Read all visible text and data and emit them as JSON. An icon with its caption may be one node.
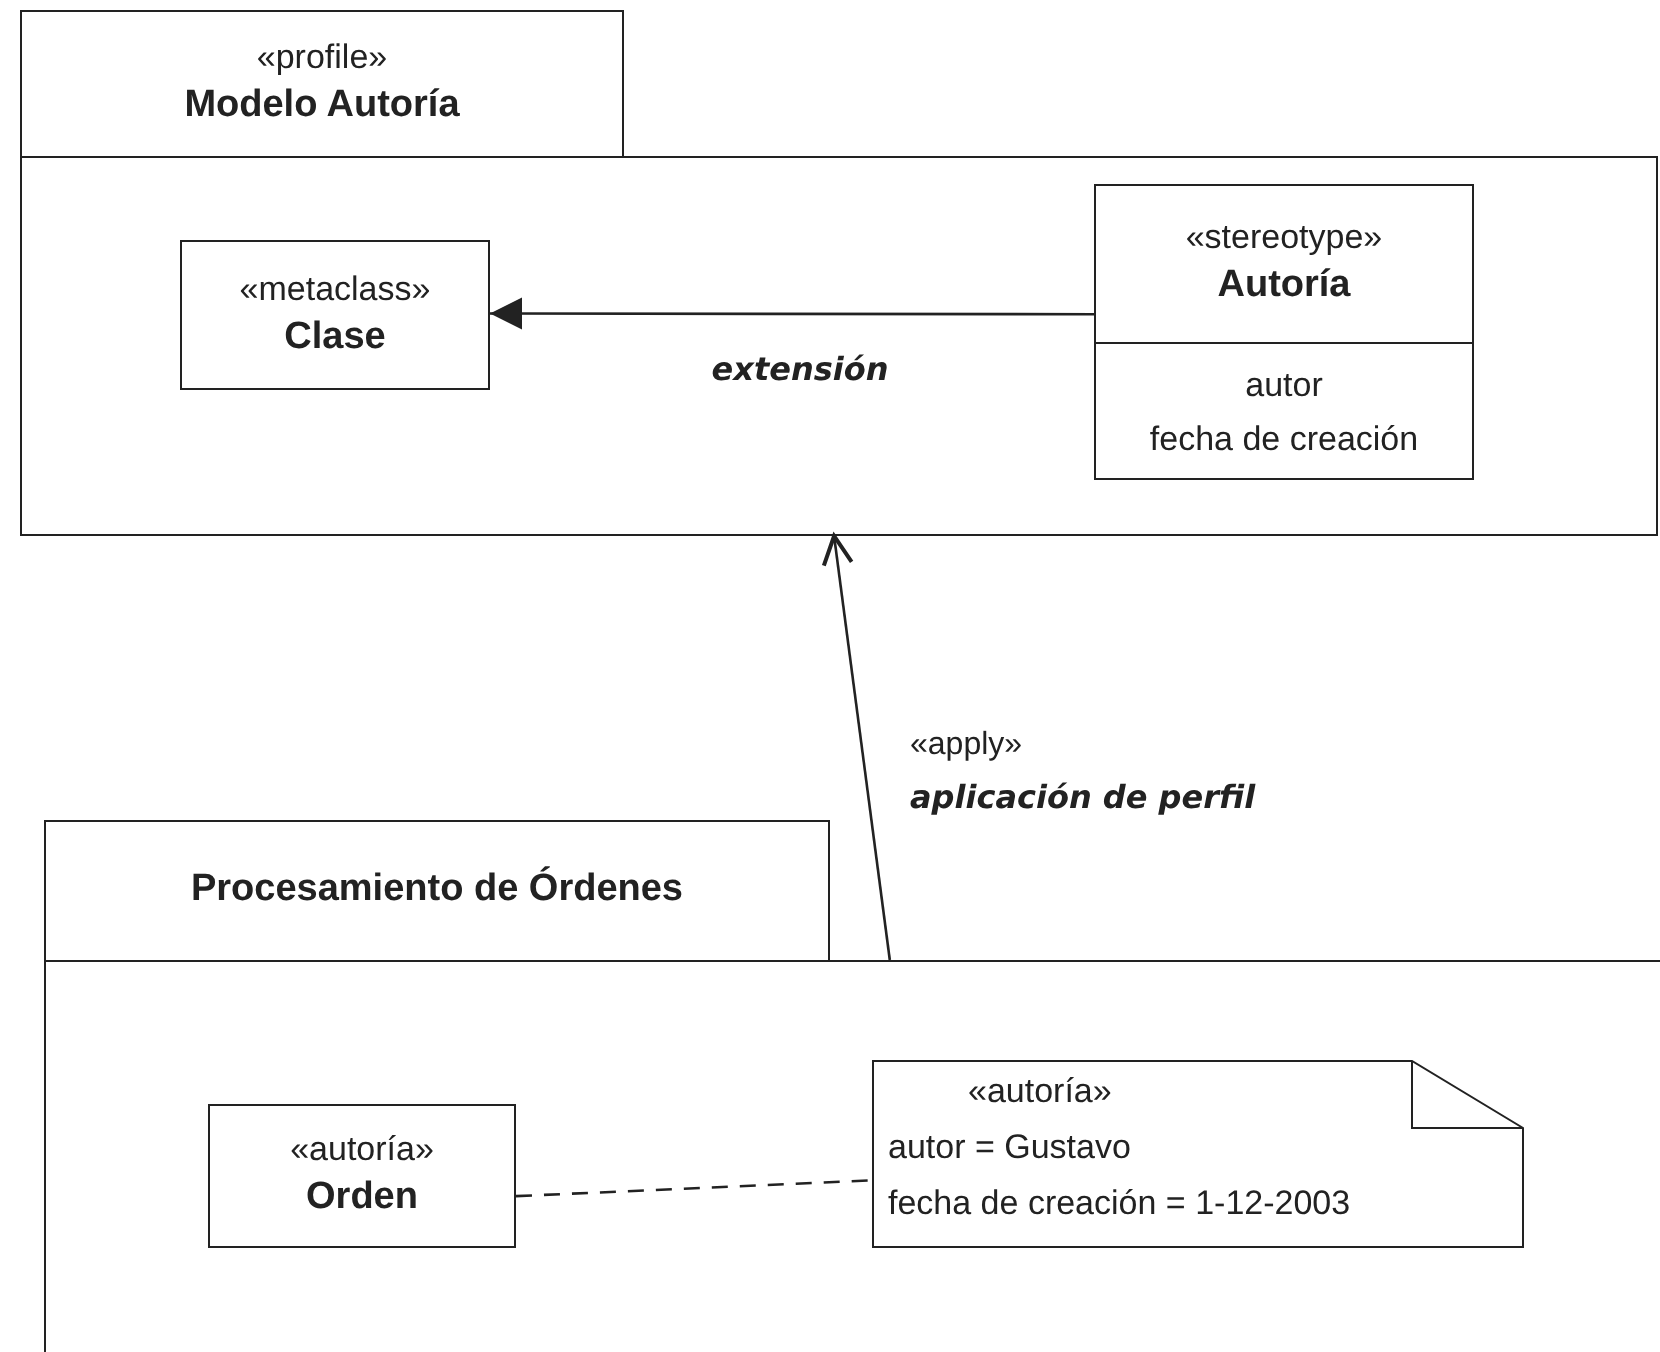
{
  "diagram": {
    "nodes": [
      {
        "text": [
          "«profile»",
          "Modelo Autoría"
        ]
      },
      {
        "text": [
          "«metaclass»",
          "Clase"
        ],
        "in": 0
      },
      {
        "text": [
          "«stereotype»",
          "Autoría",
          "autor",
          "fecha de creación"
        ],
        "in": 0
      },
      {
        "text": [
          "Procesamiento de Órdenes"
        ]
      },
      {
        "text": [
          "«autoría»",
          "Orden"
        ],
        "in": 3
      },
      {
        "text": [
          "«autoría»",
          "autor = Gustavo",
          "fecha de creación = 1-12-2003"
        ],
        "in": 3
      }
    ],
    "edges": [
      {
        "from": 2,
        "to": 1,
        "arrow": "to",
        "label": "extensión"
      },
      {
        "from": 3,
        "to": 0,
        "arrow": "to",
        "label": "«apply» *aplicación de perfil*"
      },
      {
        "from": 4,
        "to": 5,
        "arrow": "none",
        "style": "dashed"
      }
    ]
  }
}
